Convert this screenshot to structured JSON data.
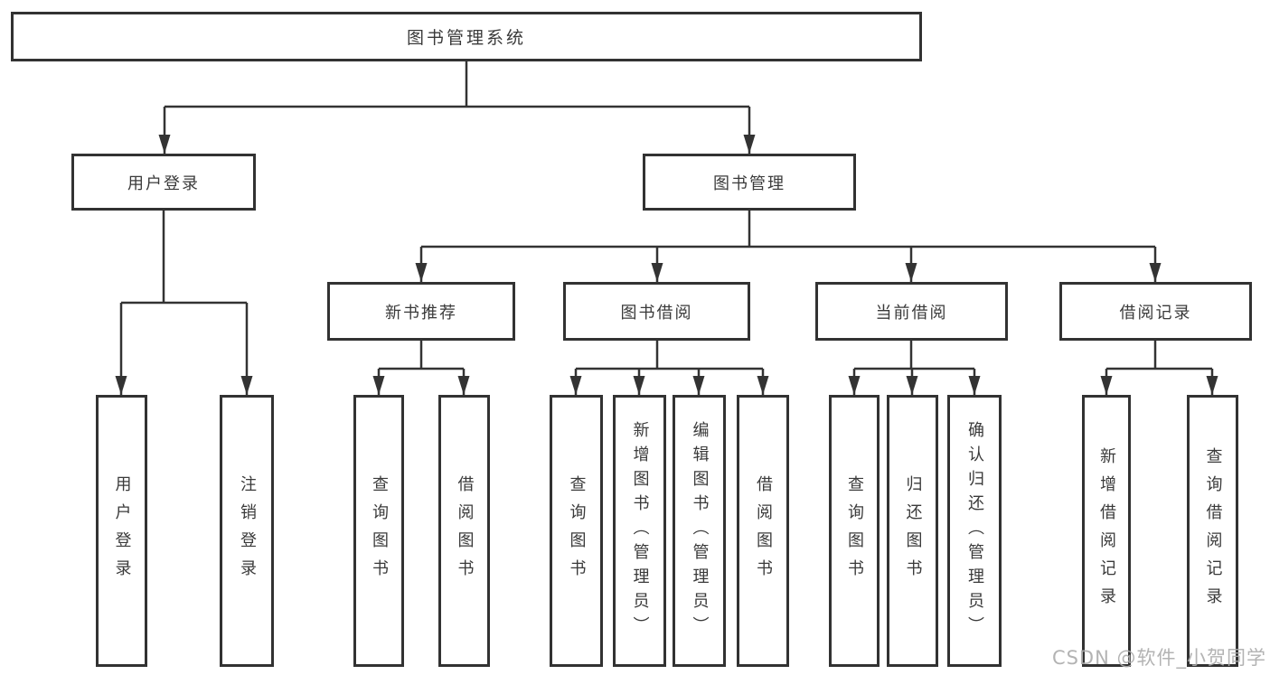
{
  "tree": {
    "root": {
      "label": "图书管理系统"
    },
    "children": [
      {
        "label": "用户登录",
        "children": [
          {
            "label": "用户登录"
          },
          {
            "label": "注销登录"
          }
        ]
      },
      {
        "label": "图书管理",
        "children": [
          {
            "label": "新书推荐",
            "children": [
              {
                "label": "查询图书"
              },
              {
                "label": "借阅图书"
              }
            ]
          },
          {
            "label": "图书借阅",
            "children": [
              {
                "label": "查询图书"
              },
              {
                "label": "新增图书（管理员）"
              },
              {
                "label": "编辑图书（管理员）"
              },
              {
                "label": "借阅图书"
              }
            ]
          },
          {
            "label": "当前借阅",
            "children": [
              {
                "label": "查询图书"
              },
              {
                "label": "归还图书"
              },
              {
                "label": "确认归还（管理员）"
              }
            ]
          },
          {
            "label": "借阅记录",
            "children": [
              {
                "label": "新增借阅记录"
              },
              {
                "label": "查询借阅记录"
              }
            ]
          }
        ]
      }
    ]
  },
  "watermark": {
    "text": "CSDN @软件_小贺同学"
  },
  "colors": {
    "line": "#333333",
    "box_border": "#323232",
    "text": "#3a3a3a",
    "watermark": "#adadad"
  }
}
